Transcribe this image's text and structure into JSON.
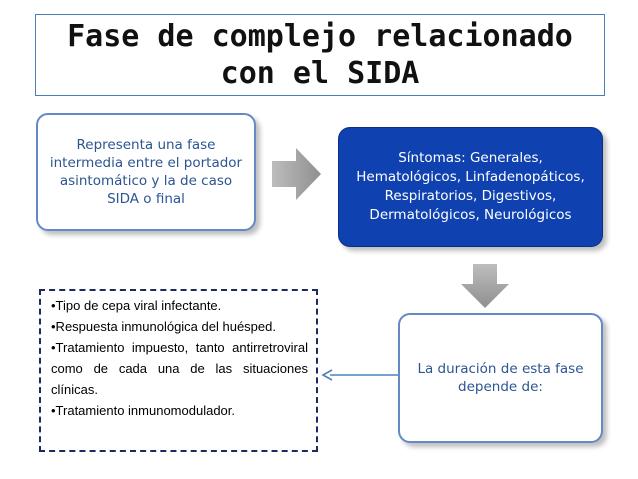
{
  "title": {
    "line1": "Fase de complejo relacionado",
    "line2": "con el SIDA"
  },
  "boxes": {
    "intro": "Representa una fase intermedia entre el portador asintomático y la de caso SIDA o final",
    "symptoms": "Síntomas: Generales, Hematológicos, Linfadenopáticos, Respiratorios, Digestivos, Dermatológicos, Neurológicos",
    "duration": "La duración de esta fase depende de:"
  },
  "factors": [
    "•Tipo de cepa viral infectante.",
    "•Respuesta inmunológica del huésped.",
    "•Tratamiento impuesto, tanto antirretroviral como de cada una de las situaciones clínicas.",
    "•Tratamiento inmunomodulador."
  ],
  "colors": {
    "title_border": "#4a7eb8",
    "box_border": "#6489c3",
    "box_text": "#2c5592",
    "symptoms_fill": "#0f42b0",
    "chevron": "#a6a6a6",
    "connector": "#4f81bd"
  }
}
